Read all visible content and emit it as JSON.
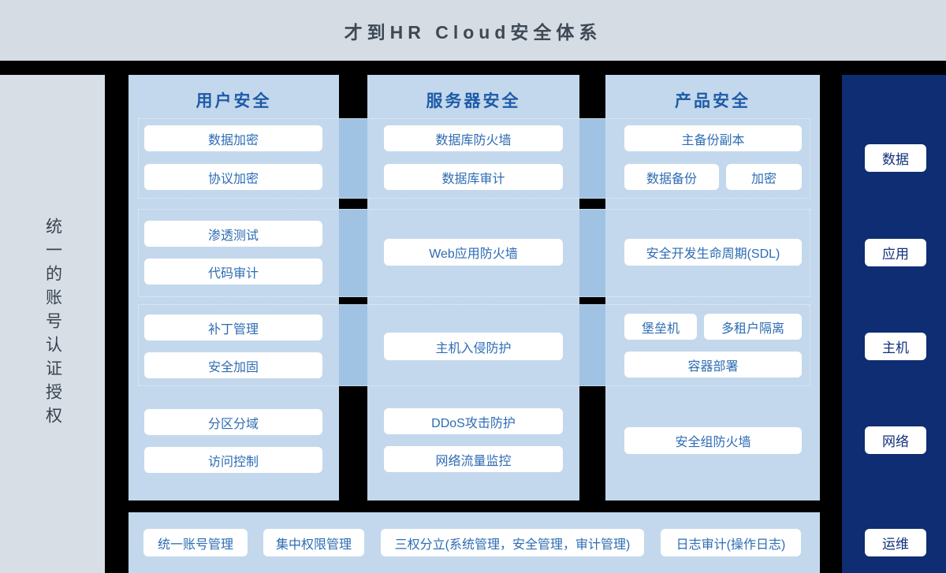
{
  "title": "才到HR Cloud安全体系",
  "left_panel": {
    "vertical_text": "统一的账号认证授权"
  },
  "columns": [
    {
      "title": "用户安全",
      "items": [
        "数据加密",
        "协议加密",
        "渗透测试",
        "代码审计",
        "补丁管理",
        "安全加固",
        "分区分域",
        "访问控制"
      ]
    },
    {
      "title": "服务器安全",
      "items": [
        "数据库防火墙",
        "数据库审计",
        "Web应用防火墙",
        "主机入侵防护",
        "DDoS攻击防护",
        "网络流量监控"
      ]
    },
    {
      "title": "产品安全",
      "items": [
        "主备份副本",
        "数据备份",
        "加密",
        "安全开发生命周期(SDL)",
        "堡垒机",
        "多租户隔离",
        "容器部署",
        "安全组防火墙"
      ]
    }
  ],
  "right_panel": {
    "items": [
      "数据",
      "应用",
      "主机",
      "网络",
      "运维"
    ]
  },
  "bottom_bar": {
    "items": [
      "统一账号管理",
      "集中权限管理",
      "三权分立(系统管理，安全管理，审计管理)",
      "日志审计(操作日志)"
    ]
  },
  "colors": {
    "page_bg": "#000000",
    "header_bg": "#d5dce3",
    "left_panel_bg": "#d7dee6",
    "column_bg": "#c3d8ec",
    "bridge": "#a0c3e3",
    "dashed_border": "#e6f0f9",
    "chip_bg": "#ffffff",
    "chip_text": "#2d6cb4",
    "column_title_text": "#1e5ba8",
    "right_panel_bg": "#0e2d72",
    "right_panel_text": "#12307b",
    "title_text": "#3e4955"
  }
}
